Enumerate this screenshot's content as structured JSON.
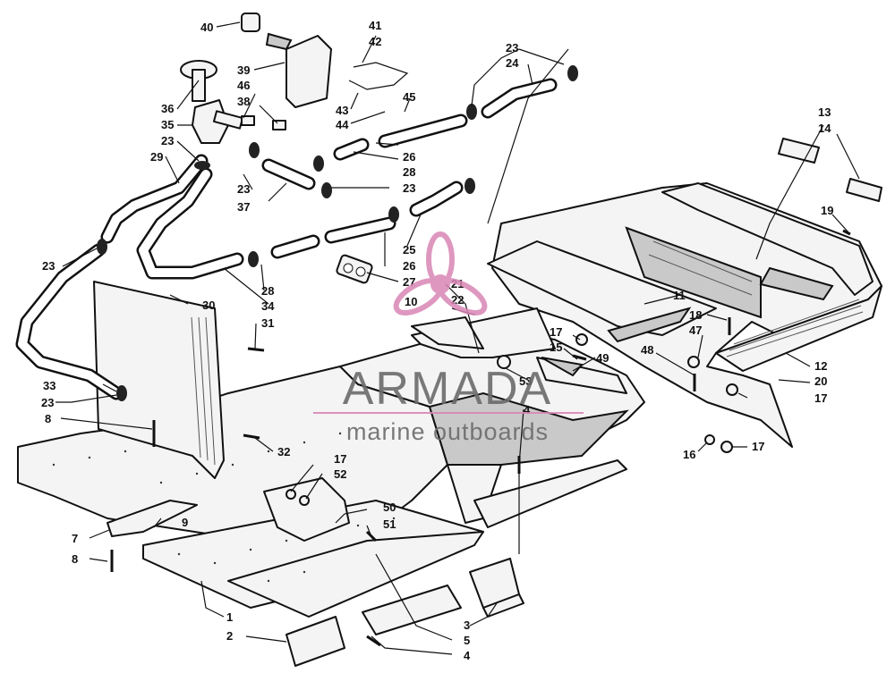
{
  "watermark": {
    "brand": "ARMADA",
    "tagline": "marine outboards",
    "logo_color": "#d987b6",
    "text_color": "#6b6b6b"
  },
  "callouts": {
    "c1": "1",
    "c2": "2",
    "c3": "3",
    "c4a": "4",
    "c4b": "4",
    "c5": "5",
    "c7": "7",
    "c8a": "8",
    "c8b": "8",
    "c9": "9",
    "c10": "10",
    "c11": "11",
    "c12": "12",
    "c13": "13",
    "c14": "14",
    "c15": "15",
    "c16": "16",
    "c17a": "17",
    "c17b": "17",
    "c17c": "17",
    "c17d": "17",
    "c18": "18",
    "c19": "19",
    "c20": "20",
    "c21": "21",
    "c22": "22",
    "c23a": "23",
    "c23b": "23",
    "c23c": "23",
    "c23d": "23",
    "c23e": "23",
    "c23f": "23",
    "c24": "24",
    "c25": "25",
    "c26a": "26",
    "c26b": "26",
    "c27": "27",
    "c28a": "28",
    "c28b": "28",
    "c29": "29",
    "c30": "30",
    "c31": "31",
    "c32": "32",
    "c33": "33",
    "c34": "34",
    "c35": "35",
    "c36": "36",
    "c37": "37",
    "c38": "38",
    "c39": "39",
    "c40": "40",
    "c41": "41",
    "c42": "42",
    "c43": "43",
    "c44": "44",
    "c45": "45",
    "c46": "46",
    "c47": "47",
    "c48": "48",
    "c49": "49",
    "c50": "50",
    "c51": "51",
    "c52": "52",
    "c53": "53"
  }
}
